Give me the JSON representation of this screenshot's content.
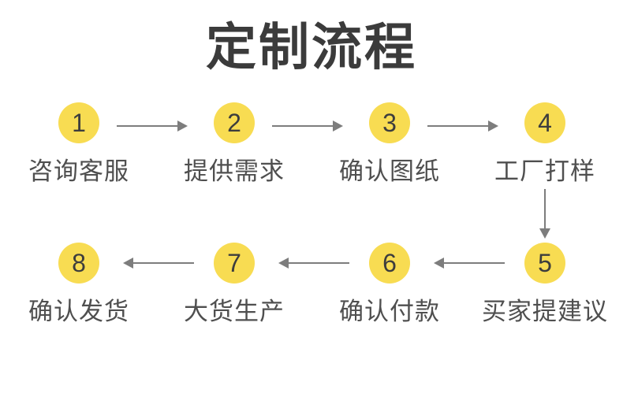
{
  "page": {
    "title": "定制流程"
  },
  "colors": {
    "background": "#ffffff",
    "circle_fill": "#f8dc52",
    "number_text": "#3d3d3d",
    "label_text": "#4f4f4f",
    "arrow": "#7d7d7d",
    "title_text": "#3b3b3b"
  },
  "flow": {
    "steps": [
      {
        "number": "1",
        "label": "咨询客服"
      },
      {
        "number": "2",
        "label": "提供需求"
      },
      {
        "number": "3",
        "label": "确认图纸"
      },
      {
        "number": "4",
        "label": "工厂打样"
      },
      {
        "number": "5",
        "label": "买家提建议"
      },
      {
        "number": "6",
        "label": "确认付款"
      },
      {
        "number": "7",
        "label": "大货生产"
      },
      {
        "number": "8",
        "label": "确认发货"
      }
    ],
    "connections": [
      {
        "from": "1",
        "to": "2",
        "direction": "right"
      },
      {
        "from": "2",
        "to": "3",
        "direction": "right"
      },
      {
        "from": "3",
        "to": "4",
        "direction": "right"
      },
      {
        "from": "4",
        "to": "5",
        "direction": "down"
      },
      {
        "from": "5",
        "to": "6",
        "direction": "left"
      },
      {
        "from": "6",
        "to": "7",
        "direction": "left"
      },
      {
        "from": "7",
        "to": "8",
        "direction": "left"
      }
    ]
  }
}
